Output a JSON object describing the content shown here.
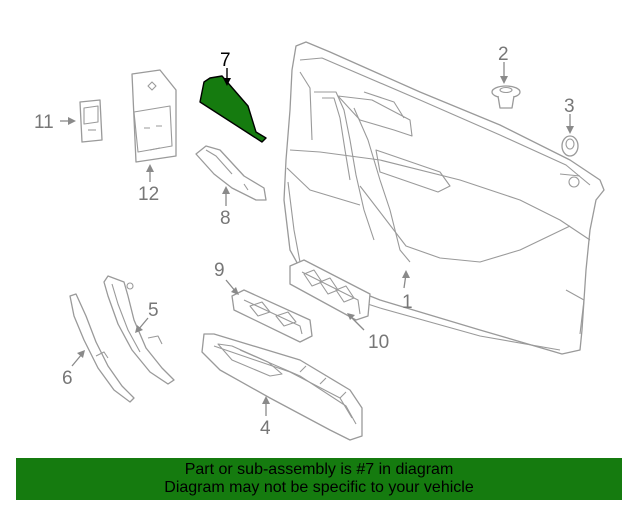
{
  "callouts": {
    "c1": "1",
    "c2": "2",
    "c3": "3",
    "c4": "4",
    "c5": "5",
    "c6": "6",
    "c7": "7",
    "c8": "8",
    "c9": "9",
    "c10": "10",
    "c11": "11",
    "c12": "12"
  },
  "highlighted_part": "7",
  "colors": {
    "highlight_fill": "#157b0f",
    "banner_bg": "#157b0f",
    "line_art": "#9a9a9a"
  },
  "banner": {
    "line1": "Part or sub-assembly is #7 in diagram",
    "line2": "Diagram may not be specific to your vehicle"
  }
}
